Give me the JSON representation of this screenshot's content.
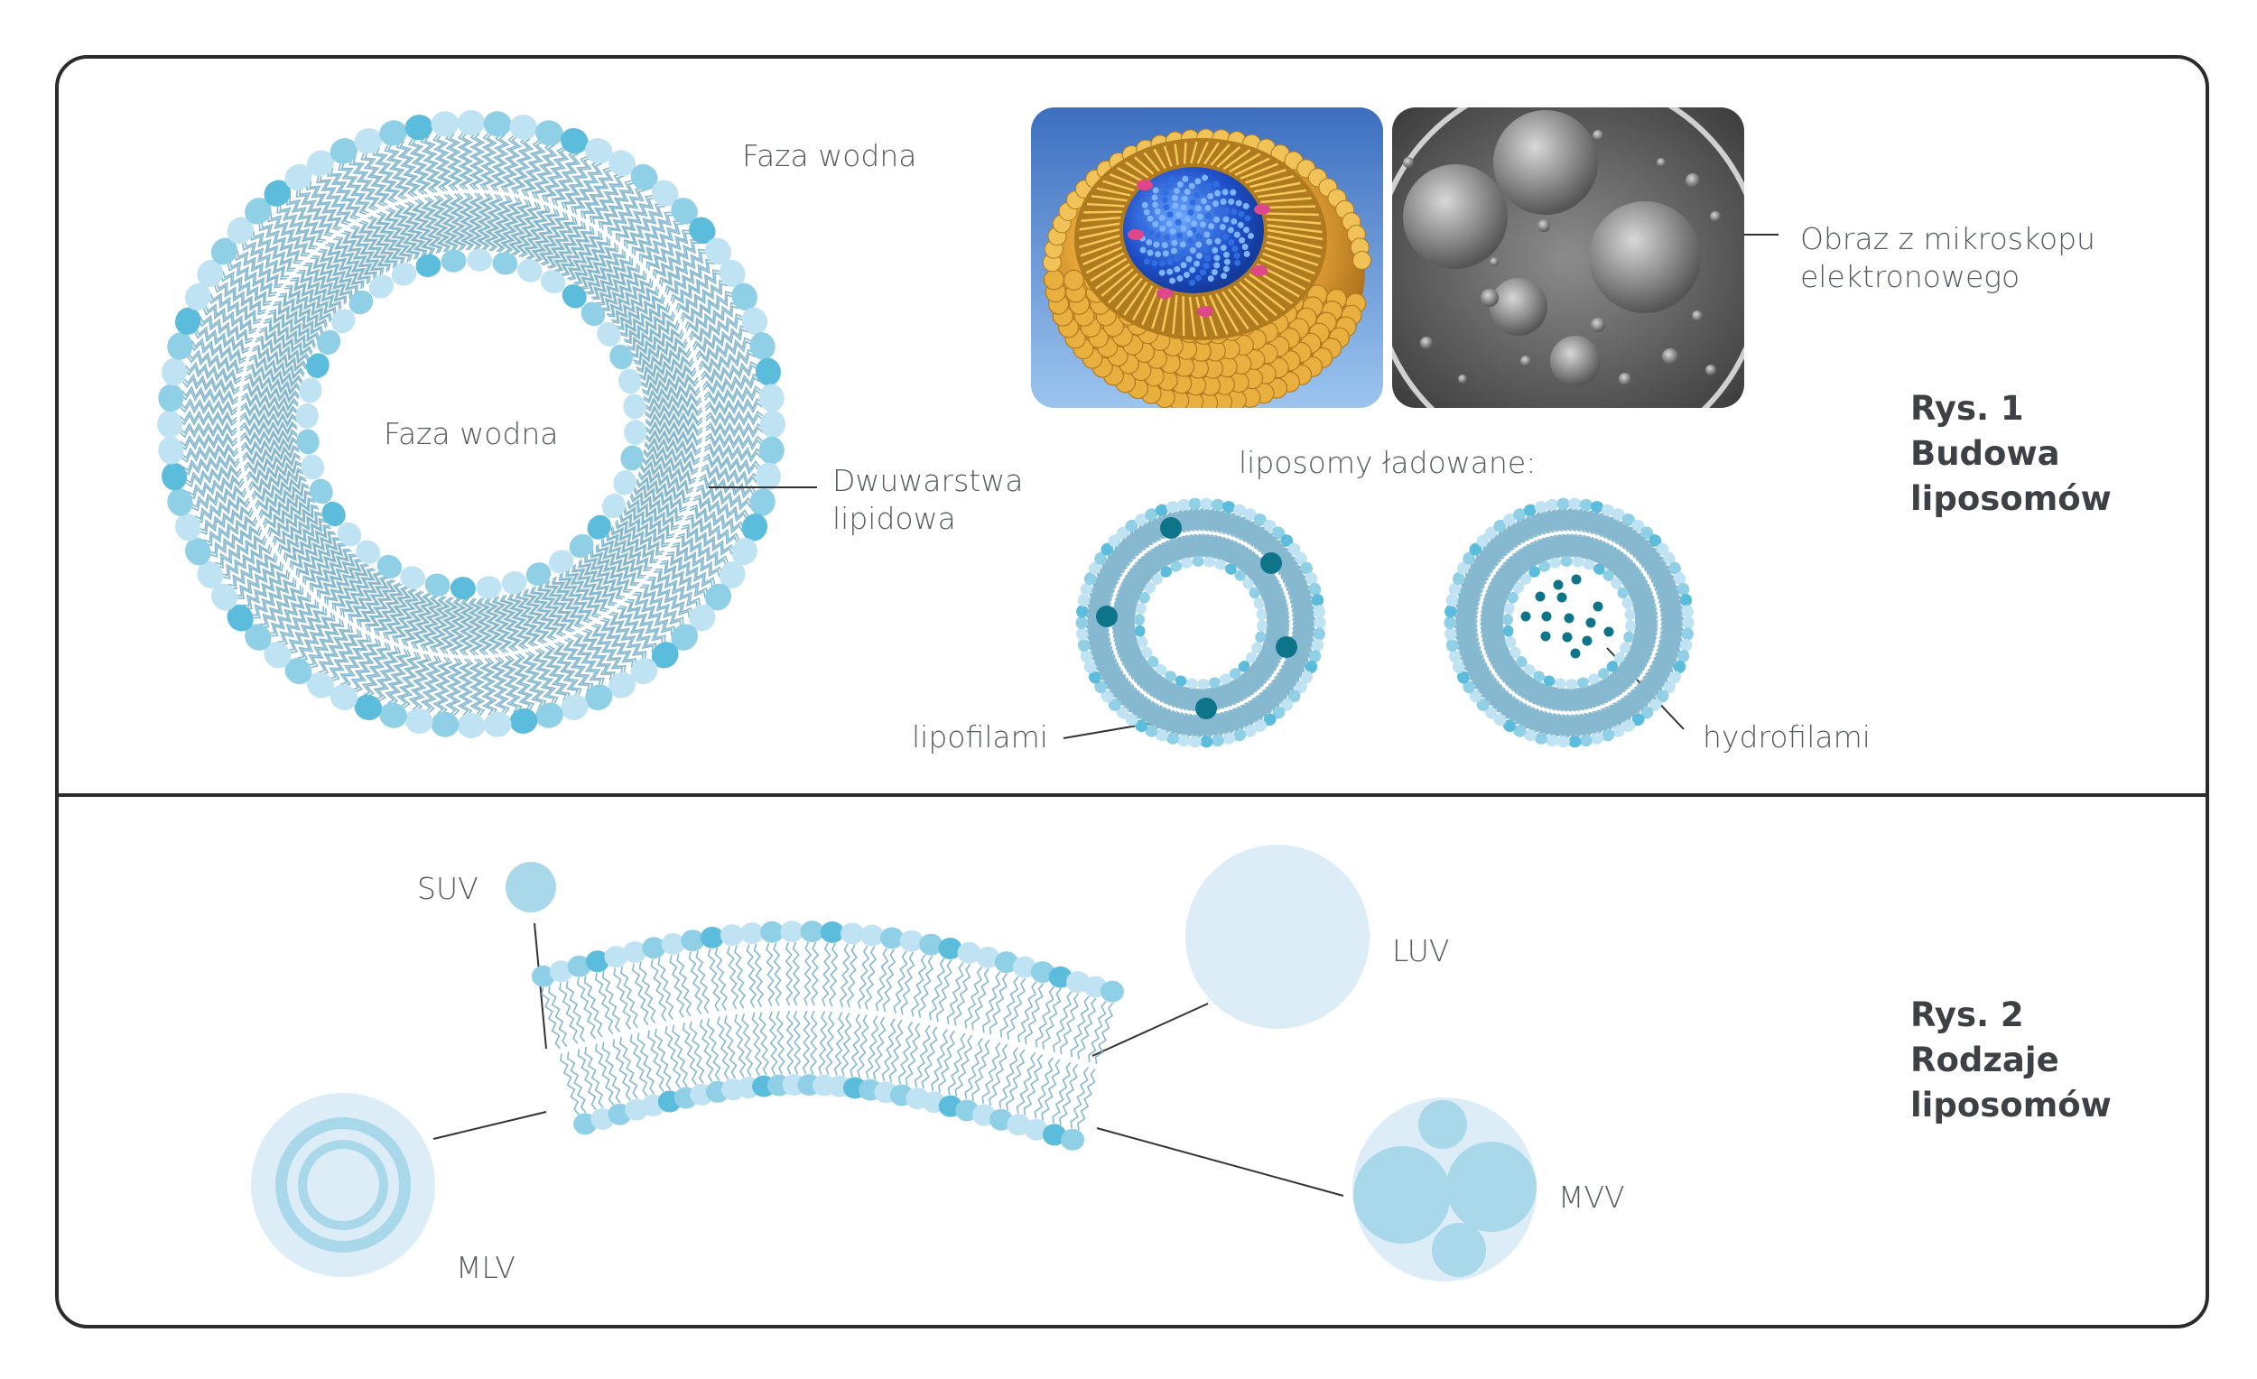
{
  "colors": {
    "frame": "#2b2b2b",
    "head_light": "#bfe3f2",
    "head_mid": "#8fd0e6",
    "head_dark": "#5bbcdc",
    "tail": "#86b8cf",
    "cargo": "#0e7489",
    "luv_fill": "#dcedf8",
    "suv_fill": "#a8d8ea"
  },
  "labels": {
    "outer_phase": "Faza wodna",
    "inner_phase": "Faza wodna",
    "bilayer_l1": "Dwuwarstwa",
    "bilayer_l2": "lipidowa",
    "micro_l1": "Obraz z mikroskopu",
    "micro_l2": "elektronowego",
    "loaded_title": "liposomy ładowane:",
    "lipophilic": "lipofilami",
    "hydrophilic": "hydrofilami",
    "suv": "SUV",
    "luv": "LUV",
    "mlv": "MLV",
    "mvv": "MVV"
  },
  "captions": {
    "fig1_l1": "Rys. 1",
    "fig1_l2": "Budowa",
    "fig1_l3": "liposomów",
    "fig2_l1": "Rys. 2",
    "fig2_l2": "Rodzaje",
    "fig2_l3": "liposomów"
  },
  "images": {
    "render_3d": "liposome-3d-render",
    "micrograph": "electron-micrograph"
  }
}
